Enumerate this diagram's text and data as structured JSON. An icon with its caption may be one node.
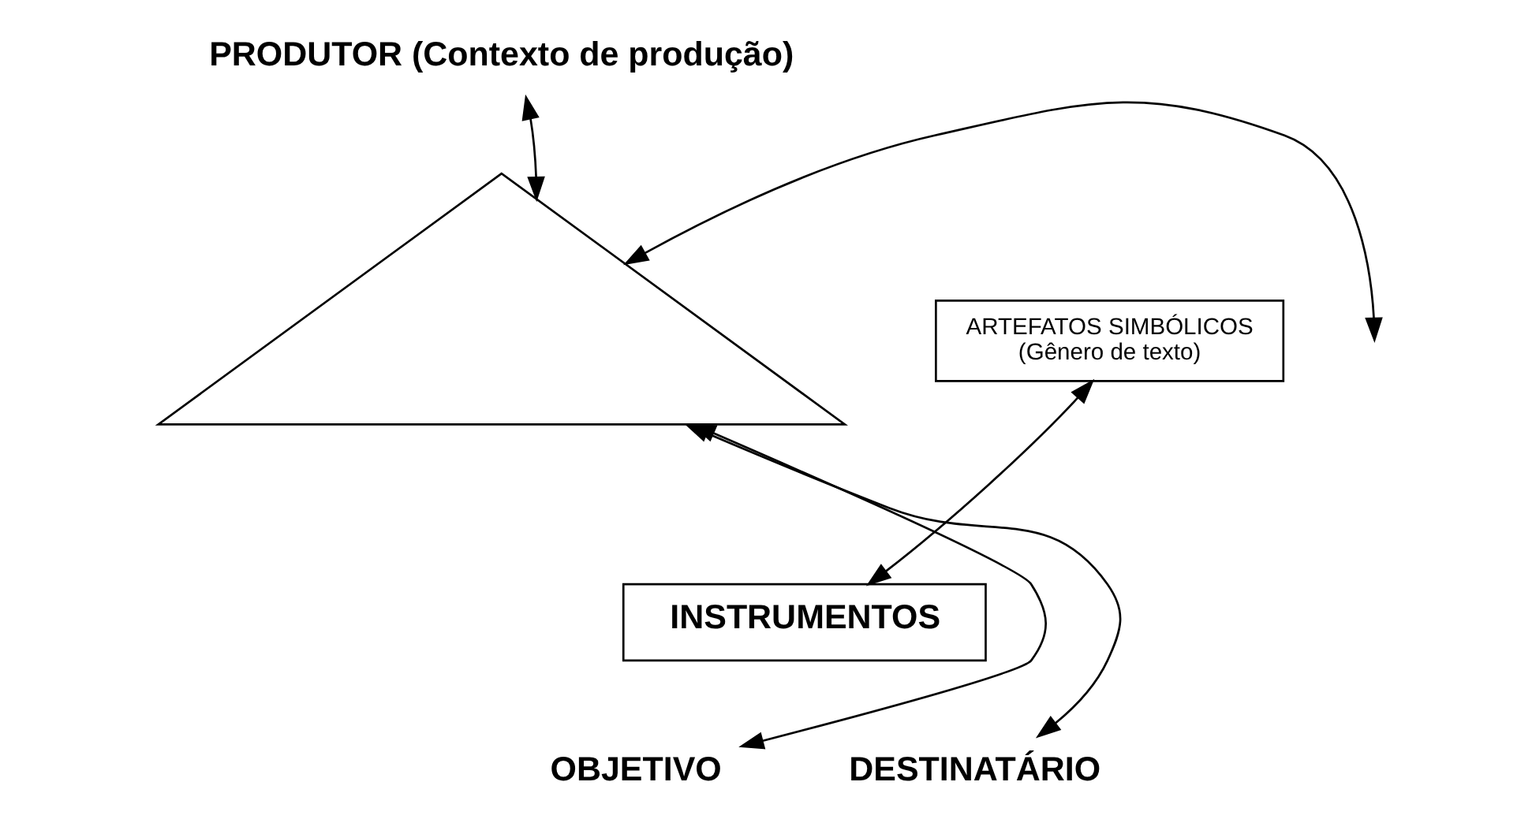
{
  "diagram": {
    "nodes": [
      {
        "text": [
          "PRODUTOR (Contexto de produção)"
        ]
      },
      {
        "text": [],
        "shape": "triangle"
      },
      {
        "text": [
          "ARTEFATOS SIMBÓLICOS",
          "(Gênero de texto)"
        ]
      },
      {
        "text": [
          "INSTRUMENTOS"
        ]
      },
      {
        "text": [
          "OBJETIVO"
        ]
      },
      {
        "text": [
          "DESTINATÁRIO"
        ]
      }
    ],
    "edges": [
      {
        "from": 0,
        "to": 1,
        "arrow": "both"
      },
      {
        "from": 1,
        "to": null,
        "arrow": "both"
      },
      {
        "from": 2,
        "to": 3,
        "arrow": "both"
      },
      {
        "from": 4,
        "to": 1,
        "arrow": "both"
      },
      {
        "from": 5,
        "to": 1,
        "arrow": "both"
      }
    ]
  }
}
